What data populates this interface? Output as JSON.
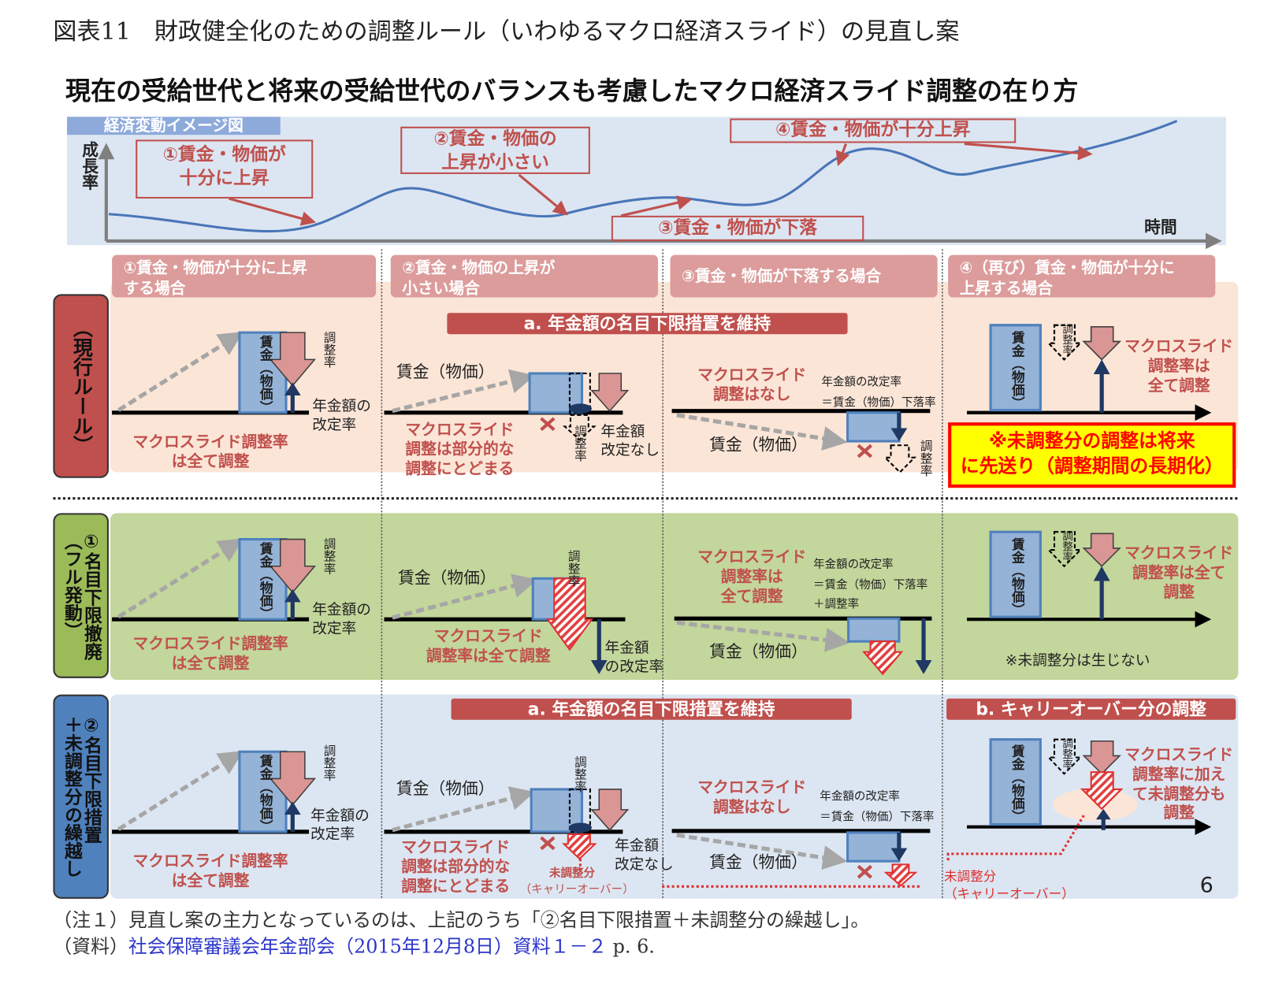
{
  "title": "図表11　財政健全化のための調整ルール（いわゆるマクロ経済スライド）の見直し案",
  "subtitle": "現在の受給世代と将来の受給世代のバランスも考慮したマクロ経済スライド調整の在り方",
  "top_panel": {
    "label": "経済変動イメージ図",
    "y_axis": "成長率",
    "x_axis": "時間",
    "callouts": [
      "①賃金・物価が\n十分に上昇",
      "②賃金・物価の\n上昇が小さい",
      "③賃金・物価が下落",
      "④賃金・物価が十分上昇"
    ]
  },
  "columns": [
    "①賃金・物価が十分に上昇\nする場合",
    "②賃金・物価の上昇が\n小さい場合",
    "③賃金・物価が下落する場合",
    "④（再び）賃金・物価が十分に\n上昇する場合"
  ],
  "colors": {
    "accent_red": "#c0504d",
    "header_pink": "#dc9c9b",
    "row1_bg": "#fbe5d6",
    "row2_bg": "#c3d69b",
    "row3_bg": "#dce6f2",
    "bar_blue": "#95b3d7"
  },
  "rows": [
    {
      "label": "（現行ルール）",
      "banner": "a. 年金額の名目下限措置を維持",
      "c1": {
        "bar": "賃金（物価）",
        "adj": "調整率",
        "rate": "年金額の\n改定率",
        "note": "マクロスライド調整率\nは全て調整"
      },
      "c2": {
        "wage": "賃金（物価）",
        "adj": "調整率",
        "rate": "年金額\n改定なし",
        "note": "マクロスライド\n調整は部分的な\n調整にとどまる"
      },
      "c3": {
        "note": "マクロスライド\n調整はなし",
        "formula": "年金額の改定率\n＝賃金（物価）下落率",
        "wage": "賃金（物価）",
        "adj": "調整率"
      },
      "c4": {
        "bar": "賃金（物価）",
        "adj": "調整率",
        "note": "マクロスライド\n調整率は\n全て調整",
        "warning": "※未調整分の調整は将来\nに先送り（調整期間の長期化）"
      }
    },
    {
      "label": "①名目下限撤廃\n（フル発動）",
      "c1": {
        "bar": "賃金（物価）",
        "adj": "調整率",
        "rate": "年金額の\n改定率",
        "note": "マクロスライド調整率\nは全て調整"
      },
      "c2": {
        "wage": "賃金（物価）",
        "adj": "調整率",
        "rate": "年金額\nの改定率",
        "note": "マクロスライド\n調整率は全て調整"
      },
      "c3": {
        "note": "マクロスライド\n調整率は\n全て調整",
        "formula": "年金額の改定率\n＝賃金（物価）下落率\n＋調整率",
        "wage": "賃金（物価）"
      },
      "c4": {
        "bar": "賃金（物価）",
        "adj": "調整率",
        "note": "マクロスライド\n調整率は全て\n調整",
        "remark": "※未調整分は生じない"
      }
    },
    {
      "label": "②名目下限措置\n＋未調整分の繰越し",
      "banner_a": "a. 年金額の名目下限措置を維持",
      "banner_b": "b. キャリーオーバー分の調整",
      "c1": {
        "bar": "賃金（物価）",
        "adj": "調整率",
        "rate": "年金額の\n改定率",
        "note": "マクロスライド調整率\nは全て調整"
      },
      "c2": {
        "wage": "賃金（物価）",
        "adj": "調整率",
        "rate": "年金額\n改定なし",
        "note": "マクロスライド\n調整は部分的な\n調整にとどまる",
        "carryover": "未調整分",
        "carryover_sub": "（キャリーオーバー）"
      },
      "c3": {
        "note": "マクロスライド\n調整はなし",
        "formula": "年金額の改定率\n＝賃金（物価）下落率",
        "wage": "賃金（物価）"
      },
      "c4": {
        "bar": "賃金（物価）",
        "adj": "調整率",
        "note": "マクロスライド\n調整率に加え\nて未調整分も\n調整",
        "carryover": "未調整分\n（キャリーオーバー）"
      }
    }
  ],
  "page_number": "6",
  "footnotes": {
    "note1": "（注１）見直し案の主力となっているのは、上記のうち「②名目下限措置＋未調整分の繰越し」。",
    "source_prefix": "（資料）",
    "source_link": "社会保障審議会年金部会（2015年12月8日）資料１－２",
    "source_suffix": " p. 6."
  }
}
